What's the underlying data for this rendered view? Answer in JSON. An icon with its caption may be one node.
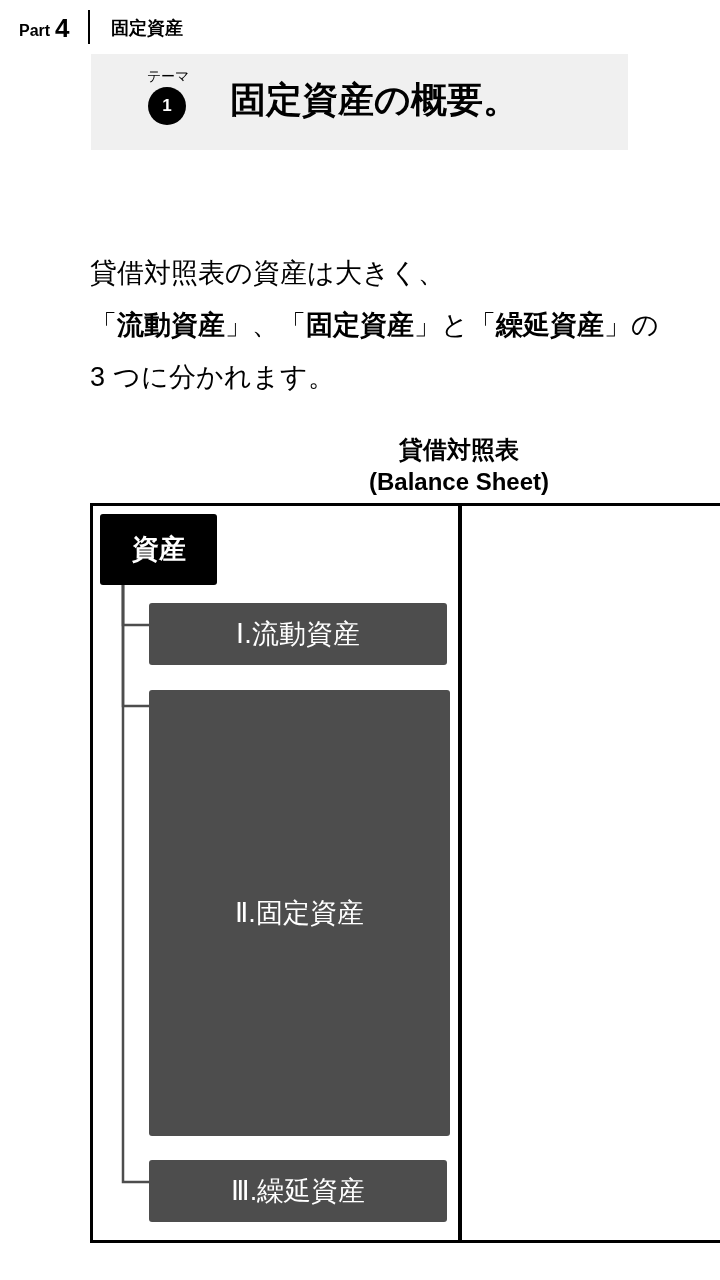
{
  "diagram": {
    "title": "固定資産の概要。",
    "nodes": [
      {
        "text": [
          "貸借対照表 (Balance Sheet)"
        ]
      },
      {
        "text": [
          "資産"
        ],
        "in": 0
      },
      {
        "text": [
          "Ⅰ.流動資産"
        ],
        "in": 0
      },
      {
        "text": [
          "Ⅱ.固定資産"
        ],
        "in": 0
      },
      {
        "text": [
          "Ⅲ.繰延資産"
        ],
        "in": 0
      }
    ],
    "edges": [
      {
        "from": 1,
        "to": 2,
        "arrow": "none"
      },
      {
        "from": 1,
        "to": 3,
        "arrow": "none"
      },
      {
        "from": 1,
        "to": 4,
        "arrow": "none"
      }
    ],
    "labels": [
      "Part",
      "4",
      "固定資産",
      "テーマ",
      "1",
      "貸借対照表の資産は大きく、「**流動資産**」、「**固定資産**」と「**繰延資産**」の3 つに分かれます。"
    ]
  }
}
